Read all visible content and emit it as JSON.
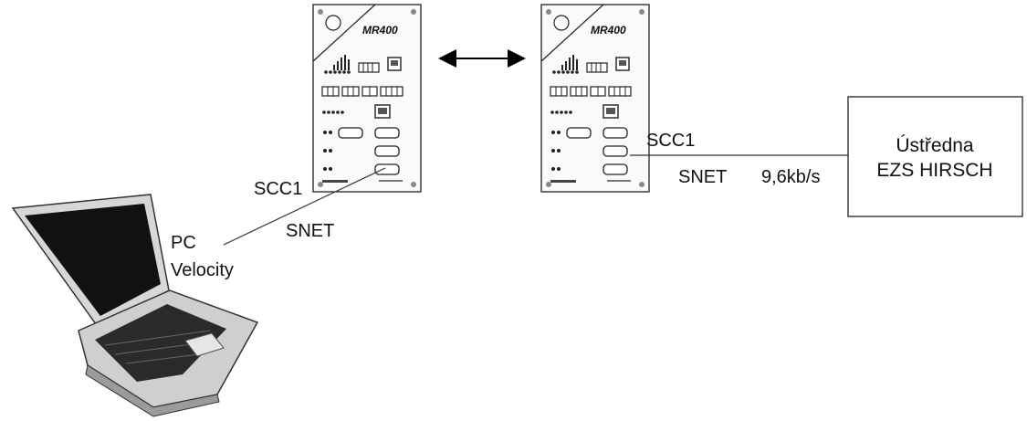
{
  "devices": {
    "left_model": "MR400",
    "right_model": "MR400"
  },
  "labels": {
    "scc1_left": "SCC1",
    "snet_left": "SNET",
    "pc_line1": "PC",
    "pc_line2": "Velocity",
    "scc1_right": "SCC1",
    "snet_right": "SNET",
    "baud": "9,6kb/s"
  },
  "panel": {
    "line1": "Ústředna",
    "line2": "EZS HIRSCH"
  }
}
